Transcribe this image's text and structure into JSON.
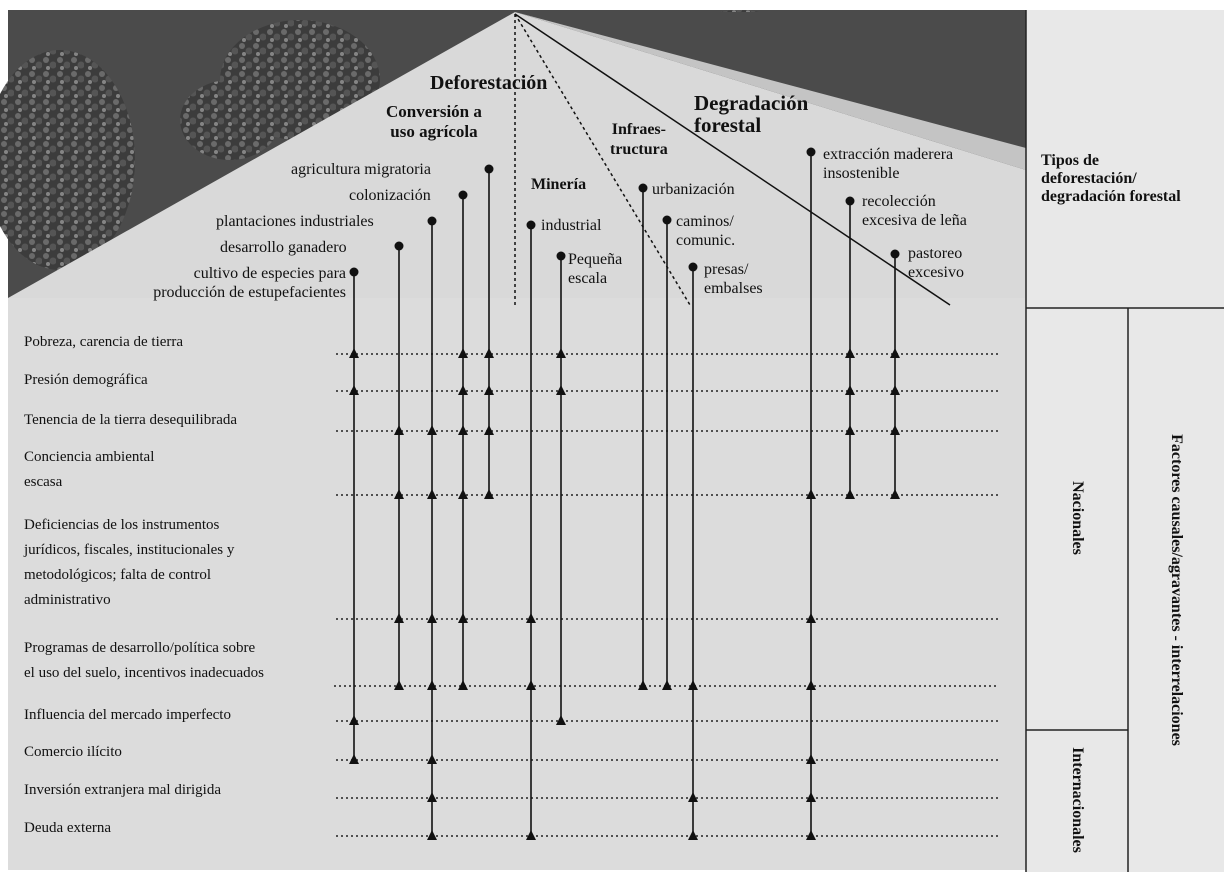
{
  "headings": {
    "deforestacion": "Deforestación",
    "conversion_line1": "Conversión a",
    "conversion_line2": "uso agrícola",
    "degradacion_line1": "Degradación",
    "degradacion_line2": "forestal",
    "infra_line1": "Infraes-",
    "infra_line2": "tructura",
    "mineria": "Minería"
  },
  "drivers": {
    "agricultura_migratoria": "agricultura migratoria",
    "colonizacion": "colonización",
    "plantaciones": "plantaciones industriales",
    "ganadero": "desarrollo ganadero",
    "cultivo_line1": "cultivo de especies para",
    "cultivo_line2": "producción de estupefacientes",
    "industrial": "industrial",
    "pequena_line1": "Pequeña",
    "pequena_line2": "escala",
    "urbanizacion": "urbanización",
    "caminos_line1": "caminos/",
    "caminos_line2": "comunic.",
    "presas_line1": "presas/",
    "presas_line2": "embalses",
    "extraccion_line1": "extracción maderera",
    "extraccion_line2": "insostenible",
    "lena_line1": "recolección",
    "lena_line2": "excesiva de leña",
    "pastoreo_line1": "pastoreo",
    "pastoreo_line2": "excesivo"
  },
  "causes": {
    "pobreza": "Pobreza, carencia de tierra",
    "presion": "Presión demográfica",
    "tenencia": "Tenencia de la tierra desequilibrada",
    "conciencia_line1": "Conciencia ambiental",
    "conciencia_line2": "escasa",
    "deficiencias_line1": "Deficiencias de los instrumentos",
    "deficiencias_line2": "jurídicos, fiscales, institucionales y",
    "deficiencias_line3": "metodológicos; falta de control",
    "deficiencias_line4": "administrativo",
    "programas_line1": "Programas de desarrollo/política sobre",
    "programas_line2": "el uso del suelo, incentivos inadecuados",
    "mercado": "Influencia del mercado imperfecto",
    "comercio": "Comercio ilícito",
    "inversion": "Inversión extranjera mal dirigida",
    "deuda": "Deuda externa"
  },
  "side_panel": {
    "tipos_line1": "Tipos de",
    "tipos_line2": "deforestación/",
    "tipos_line3": "degradación forestal",
    "nacionales": "Nacionales",
    "internacionales": "Internacionales",
    "factores": "Factores causales/agravantes - interrelaciones"
  },
  "links": {
    "cultivo": [
      "pobreza",
      "presion",
      "mercado",
      "comercio"
    ],
    "ganadero": [
      "tenencia",
      "conciencia",
      "deficiencias",
      "programas"
    ],
    "plantaciones": [
      "tenencia",
      "conciencia",
      "deficiencias",
      "programas",
      "comercio",
      "inversion",
      "deuda"
    ],
    "colonizacion": [
      "pobreza",
      "presion",
      "tenencia",
      "conciencia",
      "deficiencias",
      "programas"
    ],
    "agricultura_migratoria": [
      "pobreza",
      "presion",
      "tenencia",
      "conciencia"
    ],
    "industrial": [
      "deficiencias",
      "programas",
      "deuda"
    ],
    "pequena": [
      "pobreza",
      "presion",
      "mercado"
    ],
    "urbanizacion": [
      "programas"
    ],
    "caminos": [
      "programas"
    ],
    "presas": [
      "programas",
      "inversion",
      "deuda"
    ],
    "extraccion": [
      "conciencia",
      "deficiencias",
      "programas",
      "comercio",
      "inversion",
      "deuda"
    ],
    "lena": [
      "pobreza",
      "presion",
      "tenencia",
      "conciencia"
    ],
    "pastoreo": [
      "pobreza",
      "presion",
      "tenencia",
      "conciencia"
    ]
  },
  "colors": {
    "sky": "#6f6f6f",
    "foliage": "#3a3a3a",
    "roof": "#d8d8d8",
    "roof_right": "#c9c9c9",
    "body": "#dcdcdc",
    "panel": "#e4e4e4"
  }
}
